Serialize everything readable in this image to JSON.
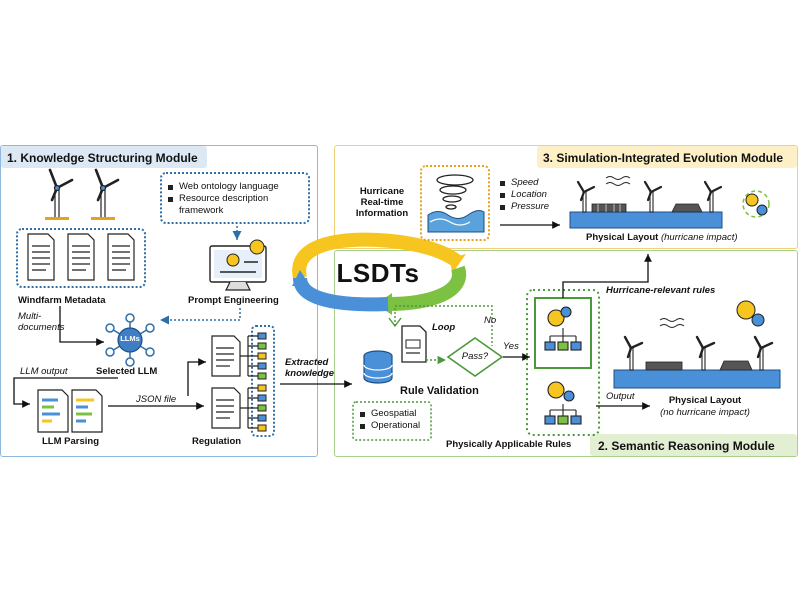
{
  "modules": {
    "knowledge_structuring": {
      "title": "1. Knowledge Structuring Module"
    },
    "semantic_reasoning": {
      "title": "2. Semantic Reasoning Module"
    },
    "simulation_evolution": {
      "title": "3. Simulation-Integrated Evolution Module"
    }
  },
  "center_label": "LSDTs",
  "knowledge": {
    "ontology_items": [
      "Web ontology language",
      "Resource description framework"
    ],
    "windfarm_metadata": "Windfarm Metadata",
    "multi_documents": "Multi-\ndocuments",
    "prompt_engineering": "Prompt Engineering",
    "llms_badge": "LLMs",
    "selected_llm": "Selected LLM",
    "llm_output": "LLM output",
    "json_file": "JSON file",
    "llm_parsing": "LLM Parsing",
    "regulation": "Regulation",
    "extracted_knowledge": "Extracted\nknowledge"
  },
  "semantic": {
    "loop": "Loop",
    "no": "No",
    "yes": "Yes",
    "pass": "Pass?",
    "rule_validation": "Rule Validation",
    "validation_items": [
      "Geospatial",
      "Operational"
    ],
    "physically_applicable_rules": "Physically Applicable Rules",
    "hurricane_relevant_rules": "Hurricane-relevant rules",
    "output": "Output",
    "layout_no_impact_title": "Physical Layout",
    "layout_no_impact_note": "(no hurricane impact)"
  },
  "simulation": {
    "hurricane_info": "Hurricane\nReal-time\nInformation",
    "hurricane_params": [
      "Speed",
      "Location",
      "Pressure"
    ],
    "layout_impact_title": "Physical Layout",
    "layout_impact_note": "(hurricane impact)"
  },
  "colors": {
    "module1_border": "#8fb8dc",
    "module1_title_bg": "#dce9f5",
    "module2_border": "#a9cf8c",
    "module2_title_bg": "#e3efd3",
    "module3_border": "#f2cf7a",
    "module3_title_bg": "#fdf0c6",
    "blue_dots": "#2e6fa8",
    "green_dots": "#4a9a3a",
    "orange_dots": "#e5a21b",
    "ring_blue": "#4a90d9",
    "ring_green": "#7cc142",
    "ring_yellow": "#f7c520"
  },
  "icons": [
    "wind-turbine-icon",
    "document-icon",
    "computer-icon",
    "network-icon",
    "gear-icon",
    "tornado-icon",
    "database-icon",
    "hierarchy-icon",
    "solar-panel-icon",
    "ship-icon"
  ]
}
